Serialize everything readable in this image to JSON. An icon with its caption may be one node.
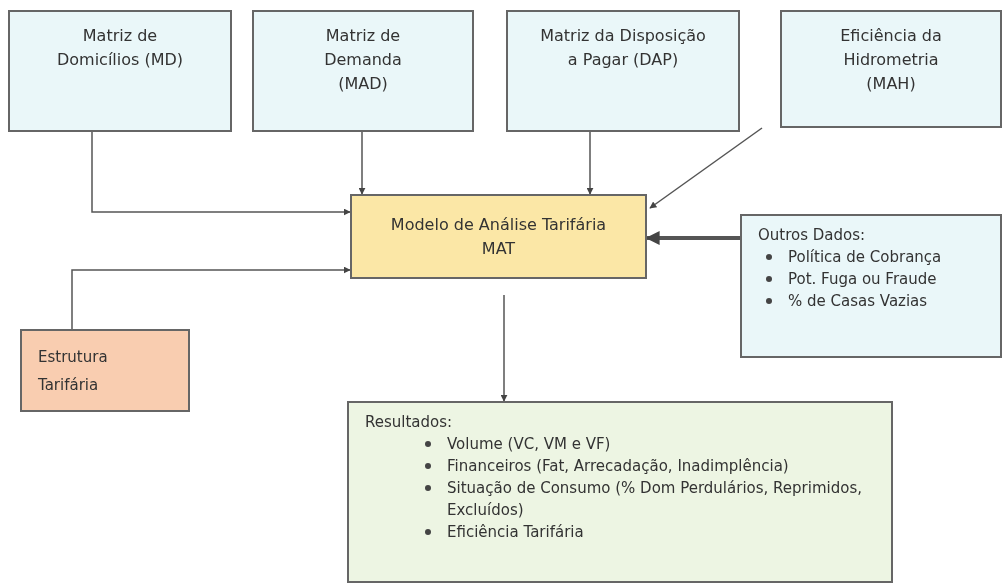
{
  "diagram": {
    "nodes": [
      {
        "text": [
          "Matriz de Domicílios (MD)"
        ]
      },
      {
        "text": [
          "Matriz de Demanda (MAD)"
        ]
      },
      {
        "text": [
          "Matriz da Disposição a Pagar (DAP)"
        ]
      },
      {
        "text": [
          "Eficiência da Hidrometria (MAH)"
        ]
      },
      {
        "text": [
          "Modelo de Análise Tarifária MAT"
        ]
      },
      {
        "text": [
          "Outros Dados:",
          "Política de Cobrança",
          "Pot. Fuga ou Fraude",
          "% de Casas Vazias"
        ]
      },
      {
        "text": [
          "Estrutura Tarifária"
        ]
      },
      {
        "text": [
          "Resultados:",
          "Volume (VC, VM e VF)",
          "Financeiros (Fat, Arrecadação, Inadimplência)",
          "Situação de Consumo (% Dom Perdulários, Reprimidos, Excluídos)",
          "Eficiência Tarifária"
        ]
      }
    ],
    "edges": [
      {
        "from": 0,
        "to": 4,
        "arrow": "to"
      },
      {
        "from": 1,
        "to": 4,
        "arrow": "to"
      },
      {
        "from": 2,
        "to": 4,
        "arrow": "to"
      },
      {
        "from": 3,
        "to": 4,
        "arrow": "to"
      },
      {
        "from": 5,
        "to": 4,
        "arrow": "to",
        "style": "thick"
      },
      {
        "from": 6,
        "to": 4,
        "arrow": "to"
      },
      {
        "from": 4,
        "to": 7,
        "arrow": "to"
      }
    ]
  }
}
